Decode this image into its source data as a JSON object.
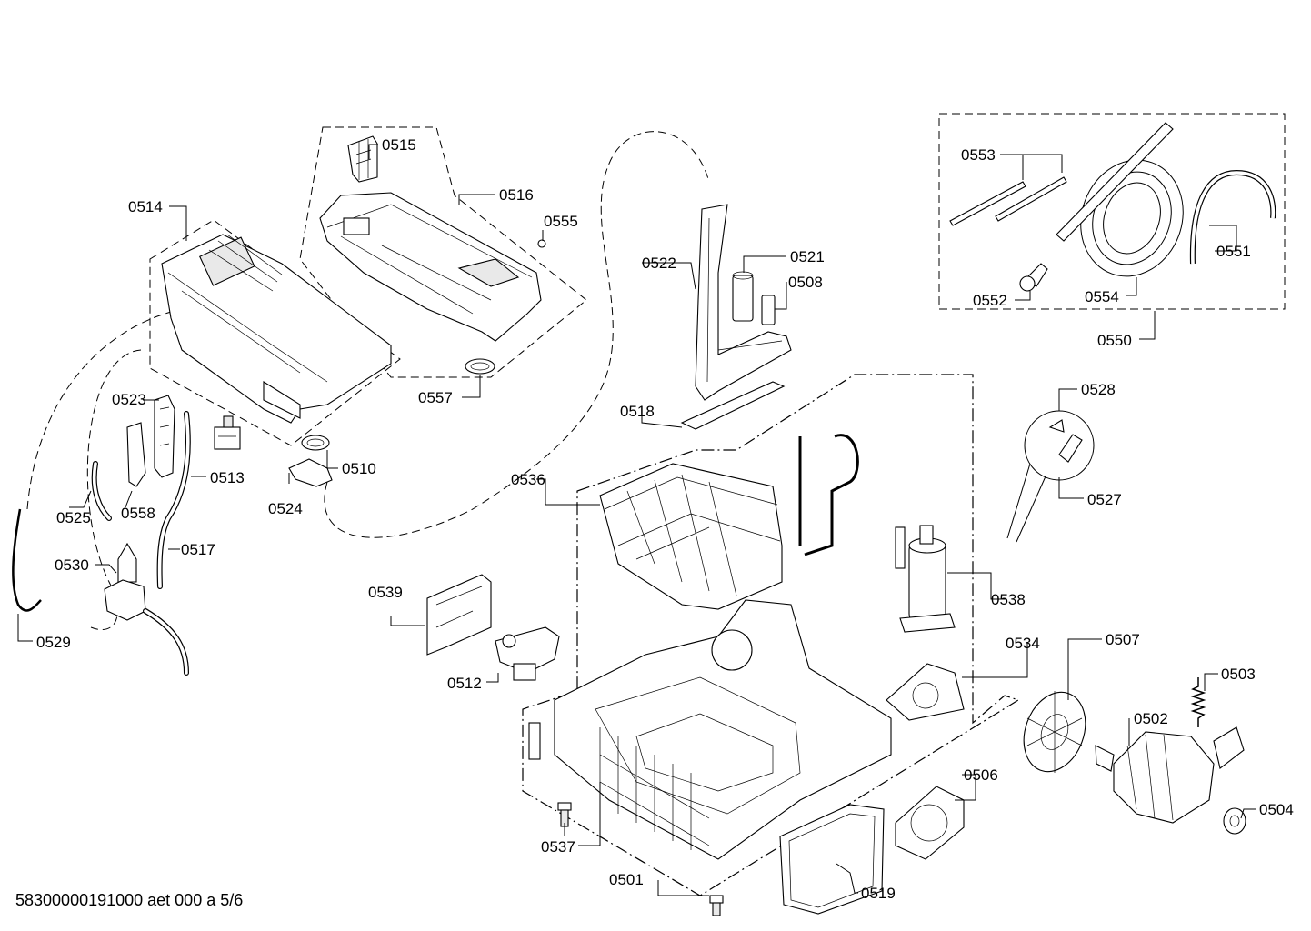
{
  "document_id": "58300000191000 aet 000 a 5/6",
  "parts": {
    "p0501": "0501",
    "p0502": "0502",
    "p0503": "0503",
    "p0504": "0504",
    "p0506": "0506",
    "p0507": "0507",
    "p0508": "0508",
    "p0510": "0510",
    "p0512": "0512",
    "p0513": "0513",
    "p0514": "0514",
    "p0515": "0515",
    "p0516": "0516",
    "p0517": "0517",
    "p0518": "0518",
    "p0519": "0519",
    "p0521": "0521",
    "p0522": "0522",
    "p0523": "0523",
    "p0524": "0524",
    "p0525": "0525",
    "p0527": "0527",
    "p0528": "0528",
    "p0529": "0529",
    "p0530": "0530",
    "p0534": "0534",
    "p0536": "0536",
    "p0537": "0537",
    "p0538": "0538",
    "p0539": "0539",
    "p0550": "0550",
    "p0551": "0551",
    "p0552": "0552",
    "p0553": "0553",
    "p0554": "0554",
    "p0555": "0555",
    "p0557": "0557",
    "p0558": "0558"
  }
}
